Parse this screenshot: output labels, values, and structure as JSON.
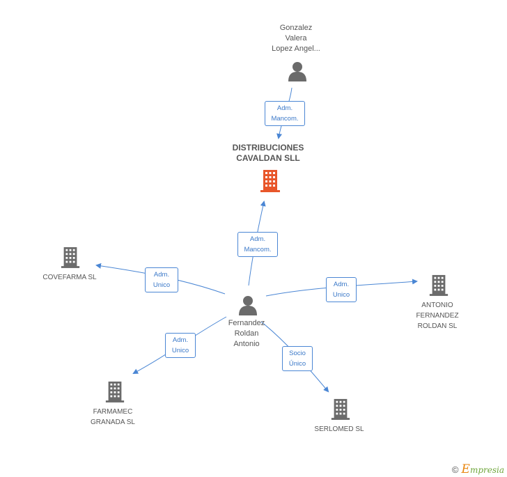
{
  "nodes": {
    "gonzalez": {
      "label": "Gonzalez\nValera\nLopez Angel..."
    },
    "distribuciones": {
      "label": "DISTRIBUCIONES\nCAVALDAN SLL"
    },
    "covefarma": {
      "label": "COVEFARMA SL"
    },
    "fernandez": {
      "label": "Fernandez\nRoldan\nAntonio"
    },
    "antonio": {
      "label": "ANTONIO\nFERNANDEZ\nROLDAN SL"
    },
    "farmamec": {
      "label": "FARMAMEC\nGRANADA SL"
    },
    "serlomed": {
      "label": "SERLOMED SL"
    }
  },
  "relations": {
    "r1": "Adm.\nMancom.",
    "r2": "Adm.\nMancom.",
    "r3": "Adm.\nUnico",
    "r4": "Adm.\nUnico",
    "r5": "Adm.\nUnico",
    "r6": "Socio\nÚnico"
  },
  "colors": {
    "edge": "#4a86d4",
    "company_main": "#e8562a",
    "company": "#6b6b6b",
    "person": "#6b6b6b"
  },
  "footer": {
    "copyright": "©",
    "brand_first": "E",
    "brand_rest": "mpresia"
  }
}
